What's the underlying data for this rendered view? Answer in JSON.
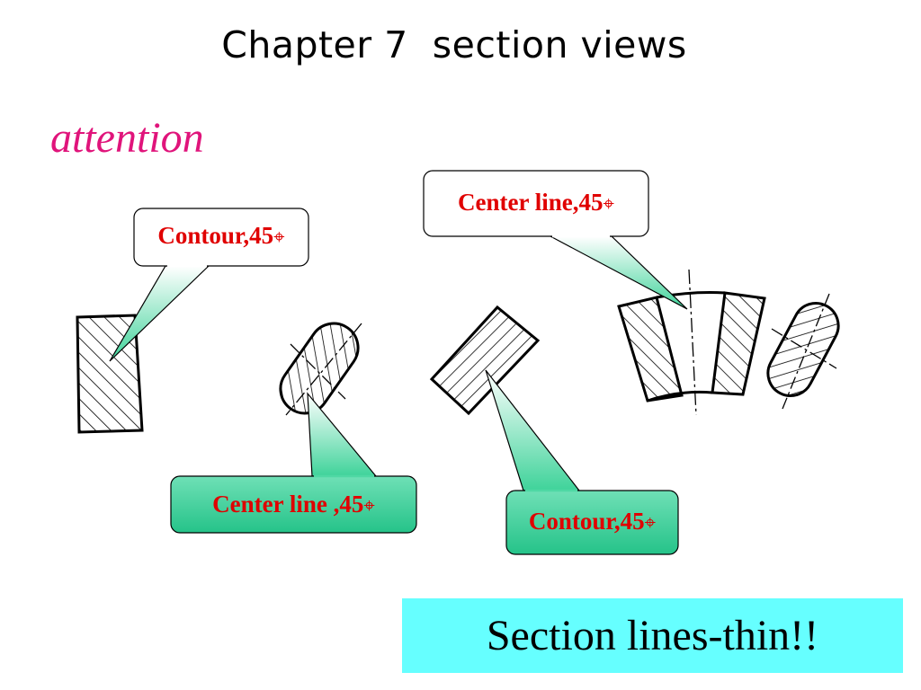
{
  "slide": {
    "title": "Chapter 7  section views",
    "subtitle": "attention",
    "note": "Section lines-thin!!"
  },
  "callouts": [
    {
      "text": "Contour,45",
      "symbol": "⌖"
    },
    {
      "text": "Center line,45",
      "symbol": "⌖"
    },
    {
      "text": "Center line ,45",
      "symbol": "⌖"
    },
    {
      "text": "Contour,45",
      "symbol": "⌖"
    }
  ],
  "colors": {
    "subtitle": "#e0147b",
    "callout_text": "#e00000",
    "callout_fill": "#3fd39a",
    "note_bg": "#66ffff"
  }
}
